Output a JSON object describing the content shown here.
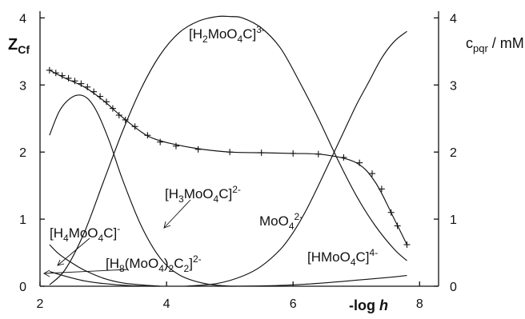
{
  "chart_data": {
    "type": "line",
    "xlim": [
      2,
      8.3
    ],
    "ylim": [
      0,
      4.1
    ],
    "y2lim": [
      0,
      4.1
    ],
    "x_ticks": [
      "2",
      "4",
      "6",
      "8"
    ],
    "y_ticks": [
      "0",
      "1",
      "2",
      "3",
      "4"
    ],
    "y2_ticks": [
      "0",
      "1",
      "2",
      "3",
      "4"
    ],
    "xlabel": {
      "main": "-log ",
      "italic": "h"
    },
    "ylabel": {
      "main": "Z",
      "sub": "Cf"
    },
    "y2label": {
      "main": "c",
      "sub": "pqr",
      "rest": " / mM"
    },
    "grid": false,
    "series": [
      {
        "axis": "left",
        "marker": "+",
        "values_x": [
          2.15,
          2.25,
          2.35,
          2.45,
          2.55,
          2.65,
          2.75,
          2.85,
          2.95,
          3.05,
          3.15,
          3.25,
          3.35,
          3.5,
          3.7,
          3.9,
          4.15,
          4.5,
          5.0,
          5.5,
          6.0,
          6.4,
          6.8,
          7.05,
          7.25,
          7.4,
          7.55,
          7.65,
          7.8
        ],
        "values_y": [
          3.22,
          3.18,
          3.14,
          3.1,
          3.06,
          3.02,
          2.97,
          2.9,
          2.83,
          2.75,
          2.65,
          2.55,
          2.48,
          2.38,
          2.25,
          2.15,
          2.09,
          2.04,
          2.0,
          1.99,
          1.98,
          1.97,
          1.92,
          1.84,
          1.68,
          1.45,
          1.1,
          0.9,
          0.62
        ]
      },
      {
        "axis": "left",
        "values_x": [
          2.15,
          2.4,
          2.7,
          3.0,
          3.3,
          3.6,
          3.8,
          4.1,
          4.5,
          5.0,
          5.5,
          6.0,
          6.5,
          7.0,
          7.3,
          7.6,
          7.8
        ],
        "values_y": [
          3.22,
          3.1,
          2.97,
          2.77,
          2.52,
          2.3,
          2.2,
          2.12,
          2.05,
          2.0,
          1.99,
          1.98,
          1.96,
          1.84,
          1.55,
          1.0,
          0.62
        ]
      },
      {
        "axis": "right",
        "label": "[H3MoO4C]2-",
        "values_x": [
          2.15,
          2.3,
          2.45,
          2.6,
          2.75,
          2.9,
          3.1,
          3.3,
          3.6,
          3.9,
          4.2,
          4.6,
          5.0
        ],
        "values_y": [
          2.25,
          2.6,
          2.78,
          2.85,
          2.8,
          2.6,
          2.15,
          1.6,
          0.9,
          0.42,
          0.17,
          0.04,
          0.0
        ]
      },
      {
        "axis": "right",
        "label": "[H2MoO4C]3-",
        "values_x": [
          2.15,
          2.4,
          2.7,
          3.0,
          3.3,
          3.6,
          3.9,
          4.2,
          4.5,
          4.8,
          5.0,
          5.2,
          5.5,
          5.8,
          6.1,
          6.4,
          6.7,
          7.0,
          7.3,
          7.6,
          7.8
        ],
        "values_y": [
          0.02,
          0.25,
          0.8,
          1.55,
          2.3,
          2.95,
          3.45,
          3.78,
          3.95,
          4.02,
          4.02,
          4.0,
          3.85,
          3.55,
          3.05,
          2.5,
          1.9,
          1.35,
          0.9,
          0.55,
          0.38
        ]
      },
      {
        "axis": "right",
        "label": "MoO42-",
        "values_x": [
          4.3,
          4.8,
          5.2,
          5.5,
          5.8,
          6.0,
          6.2,
          6.4,
          6.6,
          6.8,
          7.0,
          7.2,
          7.4,
          7.6,
          7.8
        ],
        "values_y": [
          0.0,
          0.04,
          0.15,
          0.3,
          0.55,
          0.8,
          1.12,
          1.5,
          1.9,
          2.3,
          2.7,
          3.05,
          3.4,
          3.65,
          3.8
        ]
      },
      {
        "axis": "right",
        "label": "[H4MoO4C]-",
        "values_x": [
          2.15,
          2.3,
          2.5,
          2.7,
          3.0,
          3.3,
          3.6,
          3.9
        ],
        "values_y": [
          0.62,
          0.48,
          0.35,
          0.24,
          0.12,
          0.05,
          0.02,
          0.0
        ]
      },
      {
        "axis": "right",
        "label": "[H8(MoO4)2C2]2-",
        "values_x": [
          2.15,
          2.4,
          2.7,
          3.0,
          3.4,
          3.8
        ],
        "values_y": [
          0.22,
          0.15,
          0.08,
          0.04,
          0.01,
          0.0
        ]
      },
      {
        "axis": "right",
        "label": "[HMoO4C]4-",
        "values_x": [
          5.0,
          5.5,
          6.0,
          6.5,
          7.0,
          7.5,
          7.8
        ],
        "values_y": [
          0.0,
          0.005,
          0.02,
          0.05,
          0.09,
          0.13,
          0.16
        ]
      }
    ],
    "annotations": [
      {
        "id": "h2",
        "parts": [
          [
            "[H",
            ""
          ],
          [
            "2",
            "sub"
          ],
          [
            "MoO",
            ""
          ],
          [
            "4",
            "sub"
          ],
          [
            "C]",
            ""
          ],
          [
            "3-",
            "sup"
          ]
        ]
      },
      {
        "id": "h3",
        "parts": [
          [
            "[H",
            ""
          ],
          [
            "3",
            "sub"
          ],
          [
            "MoO",
            ""
          ],
          [
            "4",
            "sub"
          ],
          [
            "C]",
            ""
          ],
          [
            "2-",
            "sup"
          ]
        ]
      },
      {
        "id": "moo4",
        "parts": [
          [
            "MoO",
            ""
          ],
          [
            "4",
            "sub"
          ],
          [
            "2-",
            "sup"
          ]
        ]
      },
      {
        "id": "h4",
        "parts": [
          [
            "[H",
            ""
          ],
          [
            "4",
            "sub"
          ],
          [
            "MoO",
            ""
          ],
          [
            "4",
            "sub"
          ],
          [
            "C]",
            ""
          ],
          [
            "-",
            "sup"
          ]
        ]
      },
      {
        "id": "h8",
        "parts": [
          [
            "[H",
            ""
          ],
          [
            "8",
            "sub"
          ],
          [
            "(MoO",
            ""
          ],
          [
            "4",
            "sub"
          ],
          [
            ")",
            ""
          ],
          [
            "2",
            "sub"
          ],
          [
            "C",
            ""
          ],
          [
            "2",
            "sub"
          ],
          [
            "]",
            ""
          ],
          [
            "2-",
            "sup"
          ]
        ]
      },
      {
        "id": "h1",
        "parts": [
          [
            "[HMoO",
            ""
          ],
          [
            "4",
            "sub"
          ],
          [
            "C]",
            ""
          ],
          [
            "4-",
            "sup"
          ]
        ]
      }
    ]
  }
}
